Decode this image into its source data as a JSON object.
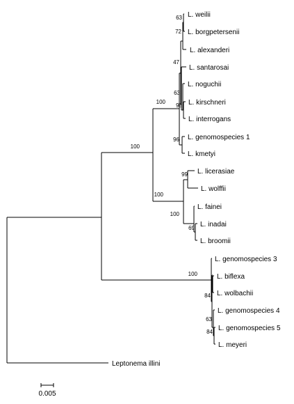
{
  "taxa": {
    "weilii": "L. weilii",
    "borgpetersenii": "L. borgpetersenii",
    "alexanderi": "L. alexanderi",
    "santarosai": "L. santarosai",
    "noguchii": "L. noguchii",
    "kirschneri": "L. kirschneri",
    "interrogans": "L. interrogans",
    "genomospecies1": "L. genomospecies 1",
    "kmetyi": "L. kmetyi",
    "licerasiae": "L. licerasiae",
    "wolffii": "L. wolffii",
    "fainei": "L. fainei",
    "inadai": "L. inadai",
    "broomii": "L. broomii",
    "genomospecies3": "L. genomospecies 3",
    "biflexa": "L. biflexa",
    "wolbachii": "L. wolbachii",
    "genomospecies4": "L. genomospecies 4",
    "genomospecies5": "L. genomospecies 5",
    "meyeri": "L. meyeri",
    "leptonema": "Leptonema illini"
  },
  "bootstrap": {
    "weilii_borg": "63",
    "borg_alex": "72",
    "santarosai_node": "47",
    "noguchii_node": "63",
    "kirschneri_interrogans": "98",
    "genomospecies1_kmetyi": "96",
    "pathogenic_clade": "100",
    "leptospira_root": "100",
    "intermediate_clade": "100",
    "licerasiae_wolffii": "99",
    "fainei_clade": "100",
    "inadai_broomii": "69",
    "saprophytic_clade": "100",
    "biflexa_wolbachii": "84",
    "genomospecies4_node": "63",
    "genomospecies5_meyeri": "84"
  },
  "scale_bar": {
    "label": "0.005"
  }
}
